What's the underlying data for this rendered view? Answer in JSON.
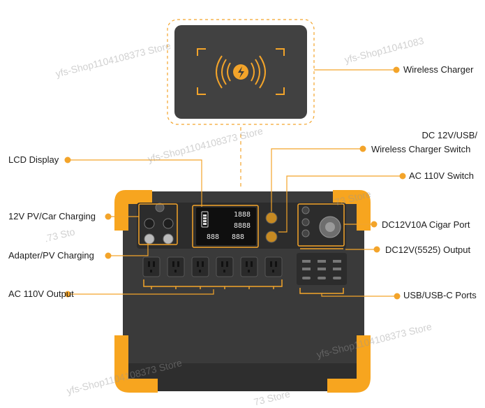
{
  "labels": {
    "wireless_charger": "Wireless Charger",
    "dc_switch_line1": "DC 12V/USB/",
    "dc_switch_line2": "Wireless Charger Switch",
    "ac_switch": "AC 110V Switch",
    "lcd_display": "LCD Display",
    "pv_car_charging": "12V PV/Car Charging",
    "adapter_pv_charging": "Adapter/PV Charging",
    "ac_output": "AC 110V Output",
    "cigar_port": "DC12V10A Cigar Port",
    "dc5525_output": "DC12V(5525) Output",
    "usb_ports": "USB/USB-C Ports"
  },
  "watermarks": [
    "yfs-Shop1104108373 Store",
    "yfs-Shop11041083",
    "yfs-Shop1104108373 Store",
    ".73 Sto",
    "73 Store",
    "yfs-Shop1104108373 Store",
    "yfs-Shop1104108373 Store",
    "73 Store"
  ],
  "lcd_readouts": {
    "top": "1888",
    "mid": "8888",
    "bottom_left": "888",
    "bottom_right": "888"
  },
  "colors": {
    "accent": "#f3a42a",
    "body": "#3b3b3b",
    "body_dark": "#2c2c2c",
    "bumper": "#f7a51f"
  },
  "icons": [
    "lightning-icon",
    "wireless-wave-icon"
  ]
}
